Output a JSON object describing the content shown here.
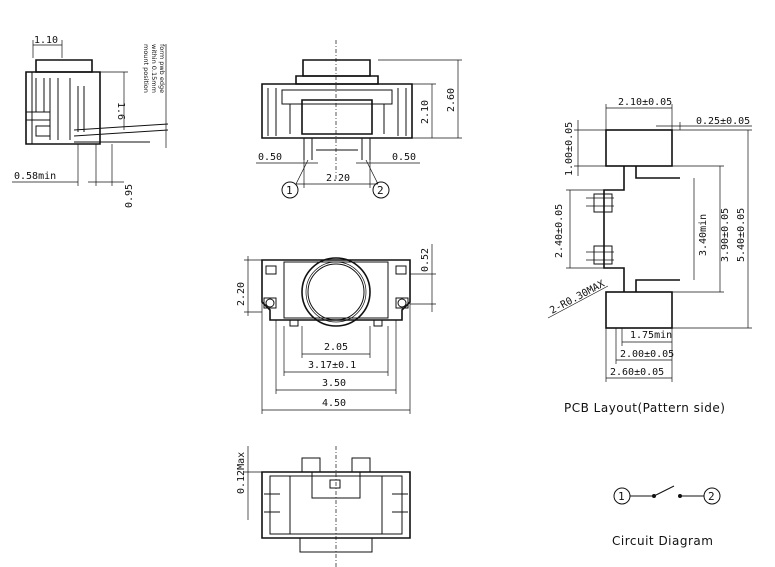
{
  "side_view": {
    "dim_width": "1.10",
    "dim_height": "1.6",
    "dim_min": "0.58min",
    "dim_offset": "0.95",
    "note_line1": "mount position",
    "note_line2": "within 0.15mm",
    "note_line3": "form pwb edge"
  },
  "front_view": {
    "dim_height_total": "2.60",
    "dim_height_body": "2.10",
    "dim_left": "0.50",
    "dim_right": "0.50",
    "dim_pitch": "2.20",
    "terminal_1": "1",
    "terminal_2": "2"
  },
  "top_view": {
    "dim_height": "2.20",
    "dim_small": "0.52",
    "dim_a": "2.05",
    "dim_b": "3.17±0.1",
    "dim_c": "3.50",
    "dim_d": "4.50"
  },
  "bottom_view": {
    "dim_max": "0.12Max"
  },
  "pcb_layout": {
    "dim_pad_width": "2.10±0.05",
    "dim_pad_gap": "0.25±0.05",
    "dim_pad_height": "1.00±0.05",
    "dim_center_gap": "2.40±0.05",
    "dim_inner_min": "3.40min",
    "dim_inner": "3.90±0.05",
    "dim_outer": "5.40±0.05",
    "dim_radius": "2-R0.30MAX",
    "dim_slot_min": "1.75min",
    "dim_slot": "2.00±0.05",
    "dim_total": "2.60±0.05",
    "caption": "PCB Layout(Pattern side)"
  },
  "circuit": {
    "terminal_1": "1",
    "terminal_2": "2",
    "caption": "Circuit Diagram"
  }
}
